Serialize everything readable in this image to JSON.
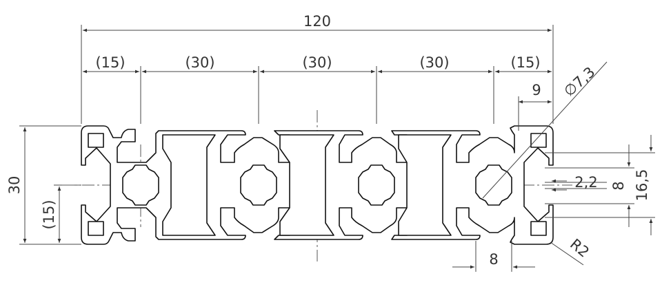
{
  "drawing": {
    "dimensions": {
      "overall_width": "120",
      "sub_15_left": "(15)",
      "sub_30_a": "(30)",
      "sub_30_b": "(30)",
      "sub_30_c": "(30)",
      "sub_15_right": "(15)",
      "height": "30",
      "half_height": "(15)",
      "slot_9": "9",
      "bore_diameter": "∅7,3",
      "slot_2_2": "2,2",
      "slot_8_right": "8",
      "slot_16_5": "16,5",
      "slot_8_bottom": "8",
      "corner_radius": "R2"
    }
  }
}
